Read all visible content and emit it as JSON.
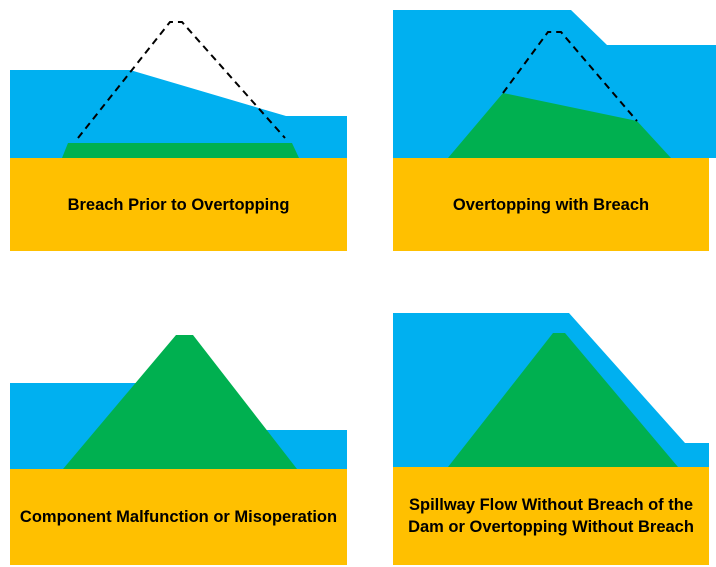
{
  "colors": {
    "water": "#00B0F0",
    "dam": "#00B050",
    "ground": "#FFC000",
    "outline": "#000000"
  },
  "panels": [
    {
      "caption": "Breach Prior to Overtopping"
    },
    {
      "caption": "Overtopping with Breach"
    },
    {
      "caption": "Component Malfunction or Misoperation"
    },
    {
      "caption": "Spillway Flow Without Breach of the Dam or Overtopping Without Breach"
    }
  ]
}
